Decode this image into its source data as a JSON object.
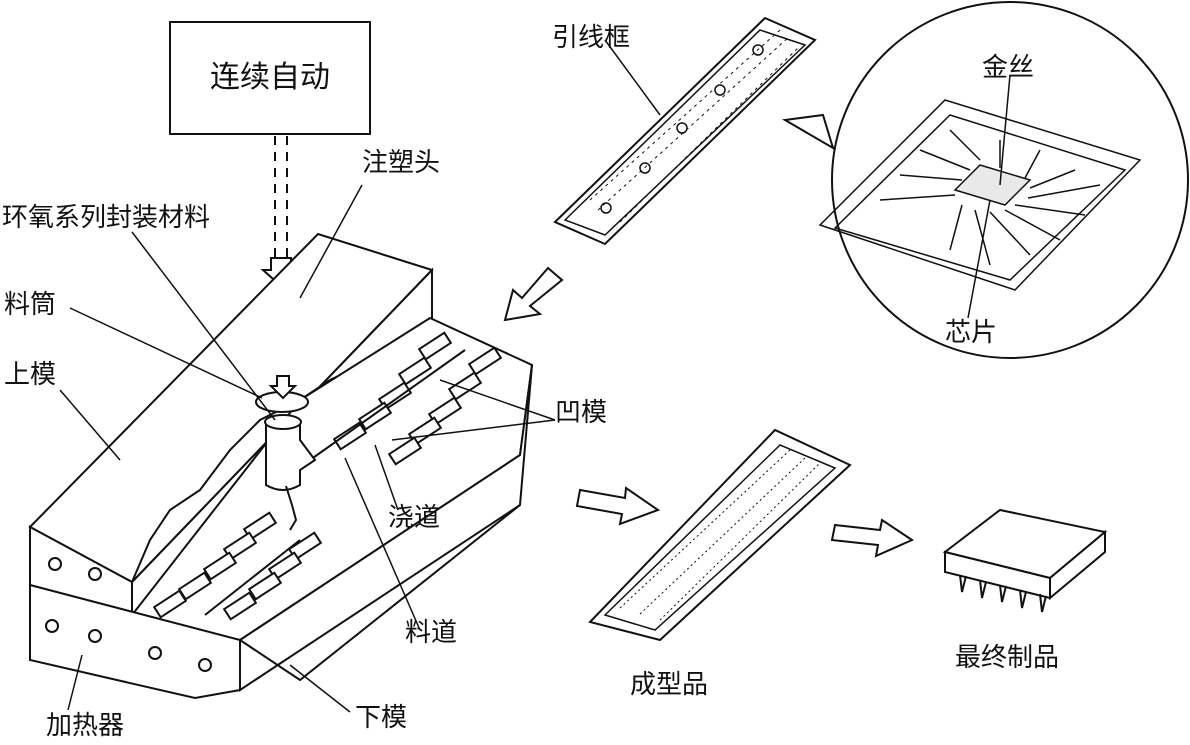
{
  "labels": {
    "auto_box": "连续自动",
    "injection_head": "注塑头",
    "epoxy": "环氧系列封装材料",
    "barrel": "料筒",
    "upper_mold": "上模",
    "heater": "加热器",
    "lower_mold": "下模",
    "runner": "料道",
    "gate": "浇道",
    "cavity": "凹模",
    "lead_frame": "引线框",
    "gold_wire": "金丝",
    "chip": "芯片",
    "molded_product": "成型品",
    "final_product": "最终制品"
  }
}
